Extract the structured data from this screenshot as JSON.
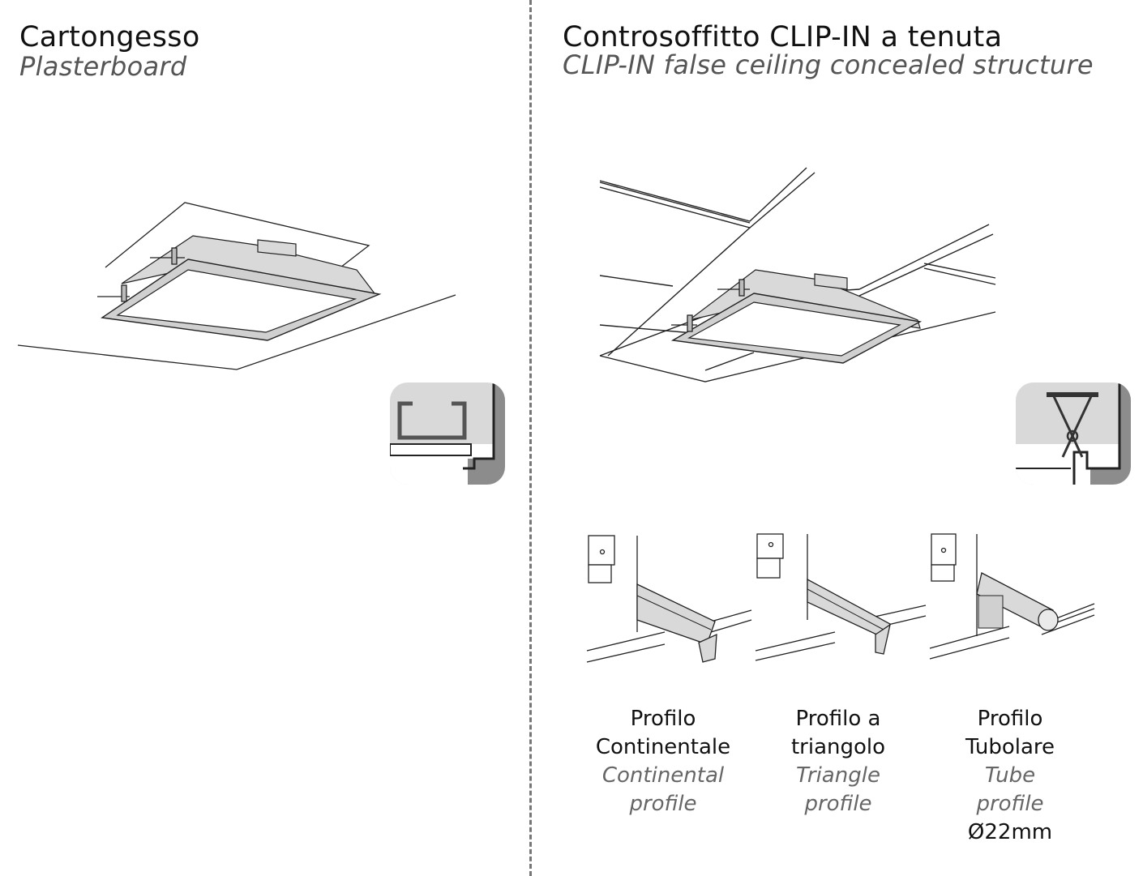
{
  "left": {
    "title": "Cartongesso",
    "subtitle": "Plasterboard"
  },
  "right": {
    "title": "Controsoffitto CLIP-IN a tenuta",
    "subtitle": "CLIP-IN false ceiling concealed structure"
  },
  "profiles": [
    {
      "line1": "Profilo",
      "line2": "Continentale",
      "en1": "Continental",
      "en2": "profile",
      "extra": ""
    },
    {
      "line1": "Profilo a",
      "line2": "triangolo",
      "en1": "Triangle",
      "en2": "profile",
      "extra": ""
    },
    {
      "line1": "Profilo",
      "line2": "Tubolare",
      "en1": "Tube",
      "en2": "profile",
      "extra": "Ø22mm"
    }
  ],
  "colors": {
    "panel_fill": "#d9d9d9",
    "panel_dark": "#8c8c8c",
    "line": "#222222",
    "divider": "#777777"
  }
}
